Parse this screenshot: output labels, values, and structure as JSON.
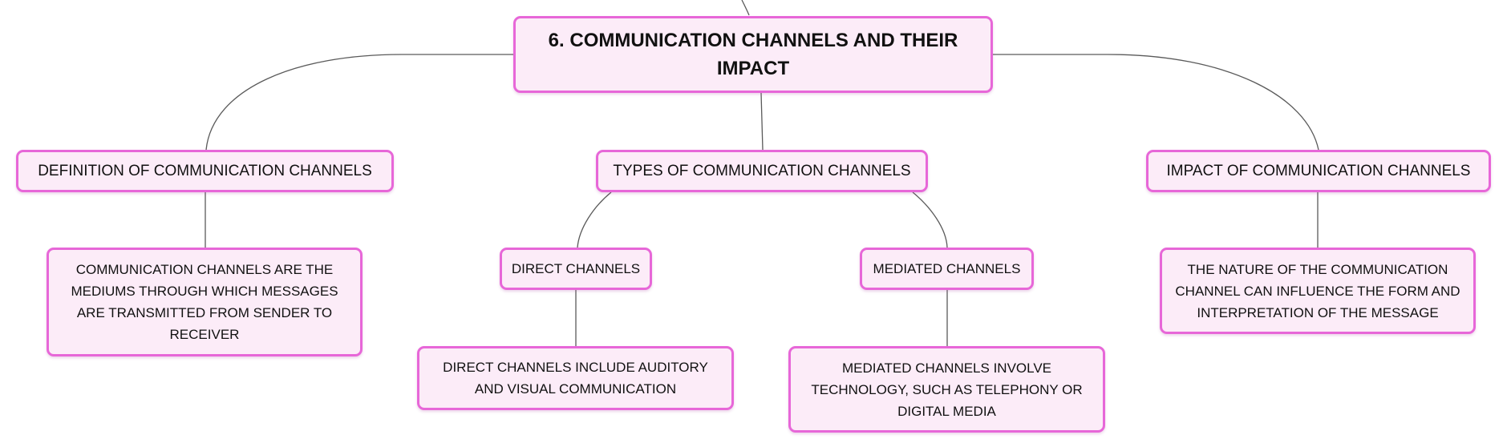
{
  "diagram": {
    "root": {
      "label": "6. COMMUNICATION CHANNELS AND THEIR IMPACT"
    },
    "definition": {
      "label": "DEFINITION OF COMMUNICATION CHANNELS",
      "detail": "COMMUNICATION CHANNELS ARE THE MEDIUMS THROUGH WHICH MESSAGES ARE TRANSMITTED FROM SENDER TO RECEIVER"
    },
    "types": {
      "label": "TYPES OF COMMUNICATION CHANNELS",
      "direct": {
        "label": "DIRECT CHANNELS",
        "detail": "DIRECT CHANNELS INCLUDE AUDITORY AND VISUAL COMMUNICATION"
      },
      "mediated": {
        "label": "MEDIATED CHANNELS",
        "detail": "MEDIATED CHANNELS INVOLVE TECHNOLOGY, SUCH AS TELEPHONY OR DIGITAL MEDIA"
      }
    },
    "impact": {
      "label": "IMPACT OF COMMUNICATION CHANNELS",
      "detail": "THE NATURE OF THE COMMUNICATION CHANNEL CAN INFLUENCE THE FORM AND INTERPRETATION OF THE MESSAGE"
    }
  },
  "colors": {
    "node_fill": "#fcecf8",
    "node_border": "#e767d8",
    "connector": "#5a5a5a",
    "text": "#111111"
  }
}
